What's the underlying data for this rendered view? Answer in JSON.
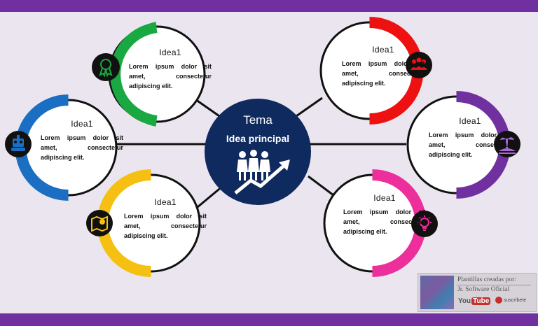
{
  "center": {
    "title": "Tema",
    "subtitle": "Idea principal"
  },
  "colors": {
    "background": "#ebe5ef",
    "bars": "#7030a0",
    "center": "#0e2a5e",
    "green": "#1aa843",
    "blue": "#1a6fc2",
    "yellow": "#f6c012",
    "red": "#ee1111",
    "purple": "#7030a0",
    "pink": "#ec2f9a"
  },
  "ideas": [
    {
      "title": "Idea1",
      "text": "Lorem ipsum dolor sit amet, consectetur adipiscing elit.",
      "color": "green",
      "icon": "award-ribbon-icon"
    },
    {
      "title": "Idea1",
      "text": "Lorem ipsum dolor sit amet, consectetur adipiscing elit.",
      "color": "blue",
      "icon": "robot-icon"
    },
    {
      "title": "Idea1",
      "text": "Lorem ipsum dolor sit amet, consectetur adipiscing elit.",
      "color": "yellow",
      "icon": "map-icon"
    },
    {
      "title": "Idea1",
      "text": "Lorem ipsum dolor sit amet, consectetur adipiscing elit.",
      "color": "red",
      "icon": "group-people-icon"
    },
    {
      "title": "Idea1",
      "text": "Lorem ipsum dolor sit amet, consectetur adipiscing elit.",
      "color": "purple",
      "icon": "island-icon"
    },
    {
      "title": "Idea1",
      "text": "Lorem ipsum dolor sit amet, consectetur adipiscing elit.",
      "color": "pink",
      "icon": "lightbulb-icon"
    }
  ],
  "badge": {
    "line1": "Plantillas creadas por:",
    "line2": "Jr. Software Oficial",
    "youtube_you": "You",
    "youtube_tube": "Tube",
    "subscribe": "suscríbete"
  }
}
